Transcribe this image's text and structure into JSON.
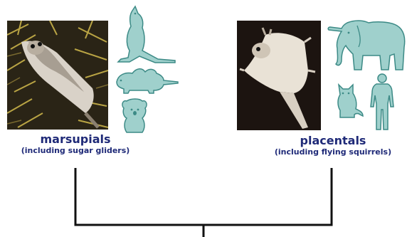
{
  "colors": {
    "label_blue": "#1f2a78",
    "silhouette_fill": "#9fd0cc",
    "silhouette_stroke": "#3c8a86",
    "tree_line": "#111111",
    "dark_bg": "#1c1410"
  },
  "groups": {
    "left": {
      "title": "marsupials",
      "subtitle": "(including sugar gliders)",
      "photo": "sugar-glider-photo",
      "icons": [
        "kangaroo-icon",
        "opossum-icon",
        "koala-icon"
      ]
    },
    "right": {
      "title": "placentals",
      "subtitle": "(including flying squirrels)",
      "photo": "flying-squirrel-photo",
      "icons": [
        "elephant-icon",
        "cat-icon",
        "human-icon"
      ]
    }
  }
}
